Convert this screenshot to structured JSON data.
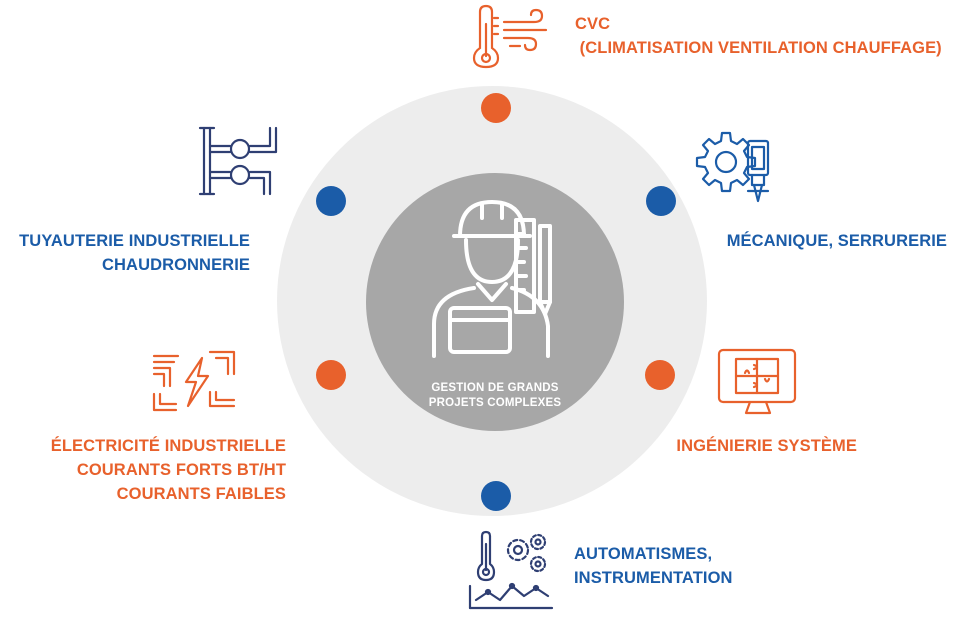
{
  "colors": {
    "orange": "#e8612c",
    "blue": "#1b5ca8",
    "navy": "#2f3f73",
    "ring": "#ededed",
    "core": "#a7a7a7"
  },
  "center": {
    "icon": "engineer-with-ruler-icon",
    "label_line1": "GESTION DE GRANDS",
    "label_line2": "PROJETS COMPLEXES"
  },
  "nodes": {
    "cvc": {
      "icon": "thermometer-airflow-icon",
      "line1": "CVC",
      "line2": " (CLIMATISATION VENTILATION CHAUFFAGE)"
    },
    "mecanique": {
      "icon": "gear-machine-icon",
      "line1": "MÉCANIQUE, SERRURERIE"
    },
    "ingenierie": {
      "icon": "monitor-puzzle-icon",
      "line1": "INGÉNIERIE SYSTÈME"
    },
    "automatismes": {
      "icon": "thermometer-gears-graph-icon",
      "line1": "AUTOMATISMES,",
      "line2": "INSTRUMENTATION"
    },
    "electricite": {
      "icon": "lightning-circuit-icon",
      "line1": "ÉLECTRICITÉ INDUSTRIELLE",
      "line2": "COURANTS FORTS BT/HT",
      "line3": "COURANTS FAIBLES"
    },
    "tuyauterie": {
      "icon": "pipes-valves-icon",
      "line1": "TUYAUTERIE INDUSTRIELLE",
      "line2": "CHAUDRONNERIE"
    }
  }
}
